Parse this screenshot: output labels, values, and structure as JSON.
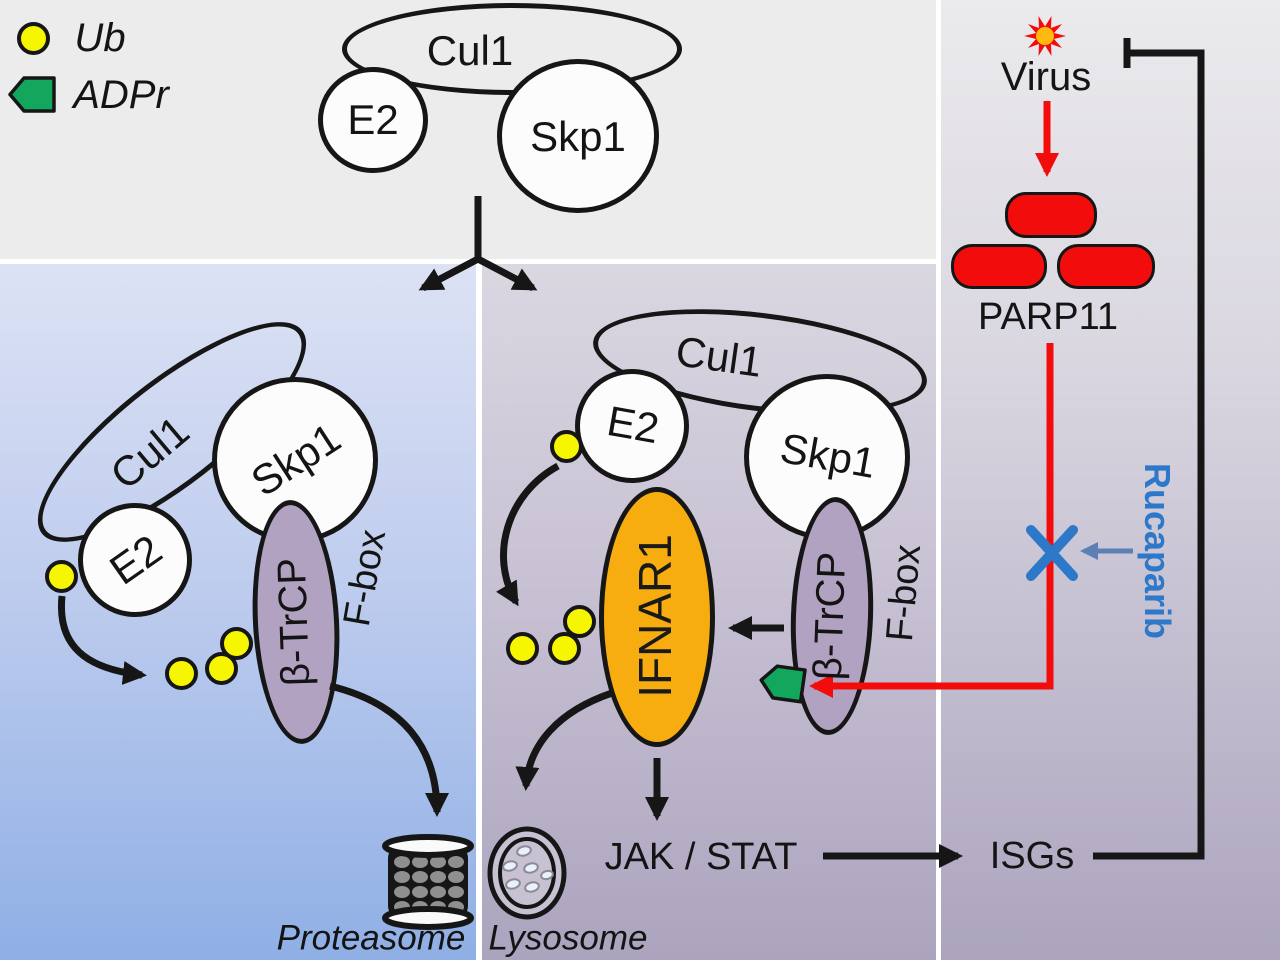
{
  "legend": {
    "ub_label": "Ub",
    "adpr_label": "ADPr"
  },
  "top_complex": {
    "cul1_label": "Cul1",
    "e2_label": "E2",
    "skp1_label": "Skp1"
  },
  "left_pathway": {
    "cul1_label": "Cul1",
    "e2_label": "E2",
    "skp1_label": "Skp1",
    "btrcp_label": "β-TrCP",
    "fbox_label": "F-box",
    "proteasome_label": "Proteasome"
  },
  "middle_pathway": {
    "cul1_label": "Cul1",
    "e2_label": "E2",
    "skp1_label": "Skp1",
    "btrcp_label": "β-TrCP",
    "fbox_label": "F-box",
    "ifnar1_label": "IFNAR1",
    "lysosome_label": "Lysosome",
    "jak_stat_label": "JAK / STAT"
  },
  "right_pathway": {
    "virus_label": "Virus",
    "parp11_label": "PARP11",
    "rucaparib_label": "Rucaparib",
    "isgs_label": "ISGs"
  },
  "colors": {
    "ub_yellow": "#F6F600",
    "adpr_green": "#12A75C",
    "red": "#F20C0C",
    "rucaparib_blue": "#2D78C8",
    "inhibitor_arrow_slate": "#5C7FB5",
    "btrcp_purple": "#B2A2C2",
    "ifnar1_orange": "#F7AC10",
    "outline_black": "#161616"
  }
}
